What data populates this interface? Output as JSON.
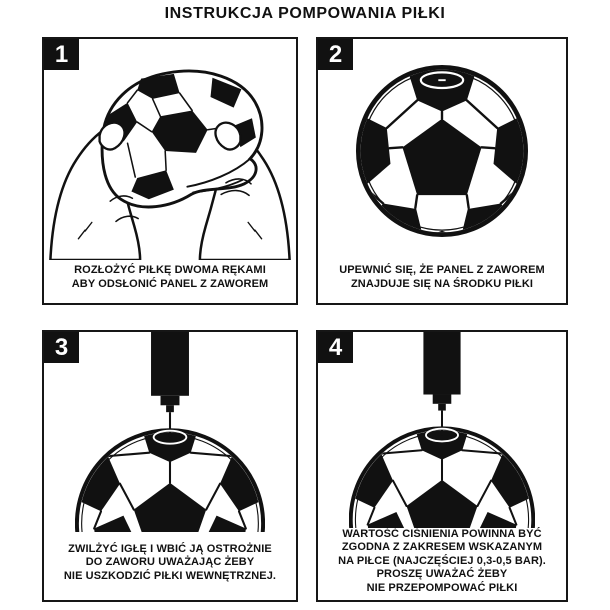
{
  "title": "INSTRUKCJA POMPOWANIA PIŁKI",
  "colors": {
    "ink": "#111111",
    "paper": "#ffffff"
  },
  "steps": [
    {
      "number": "1",
      "illustration": "hands-spreading-deflated-ball",
      "caption_lines": [
        "ROZŁOŻYĆ PIŁKĘ DWOMA RĘKAMI",
        "ABY ODSŁONIĆ PANEL Z ZAWOREM"
      ]
    },
    {
      "number": "2",
      "illustration": "soccer-ball-with-valve-panel-on-top",
      "caption_lines": [
        "UPEWNIĆ SIĘ, ŻE PANEL Z ZAWOREM",
        "ZNAJDUJE SIĘ NA ŚRODKU PIŁKI"
      ]
    },
    {
      "number": "3",
      "illustration": "pump-needle-inserted-into-valve",
      "caption_lines": [
        "ZWILŻYĆ IGŁĘ I WBIĆ JĄ OSTROŻNIE",
        "DO ZAWORU UWAŻAJĄC ŻEBY",
        "NIE USZKODZIĆ PIŁKI WEWNĘTRZNEJ."
      ]
    },
    {
      "number": "4",
      "illustration": "pump-needle-inflating-ball-pressure-range",
      "caption_lines": [
        "WARTOŚĆ CIŚNIENIA POWINNA BYĆ",
        "ZGODNA Z ZAKRESEM WSKAZANYM",
        "NA PIŁCE (NAJCZĘŚCIEJ 0,3-0,5 BAR).",
        "PROSZĘ UWAŻAĆ ŻEBY",
        "NIE PRZEPOMPOWAĆ PIŁKI"
      ]
    }
  ]
}
